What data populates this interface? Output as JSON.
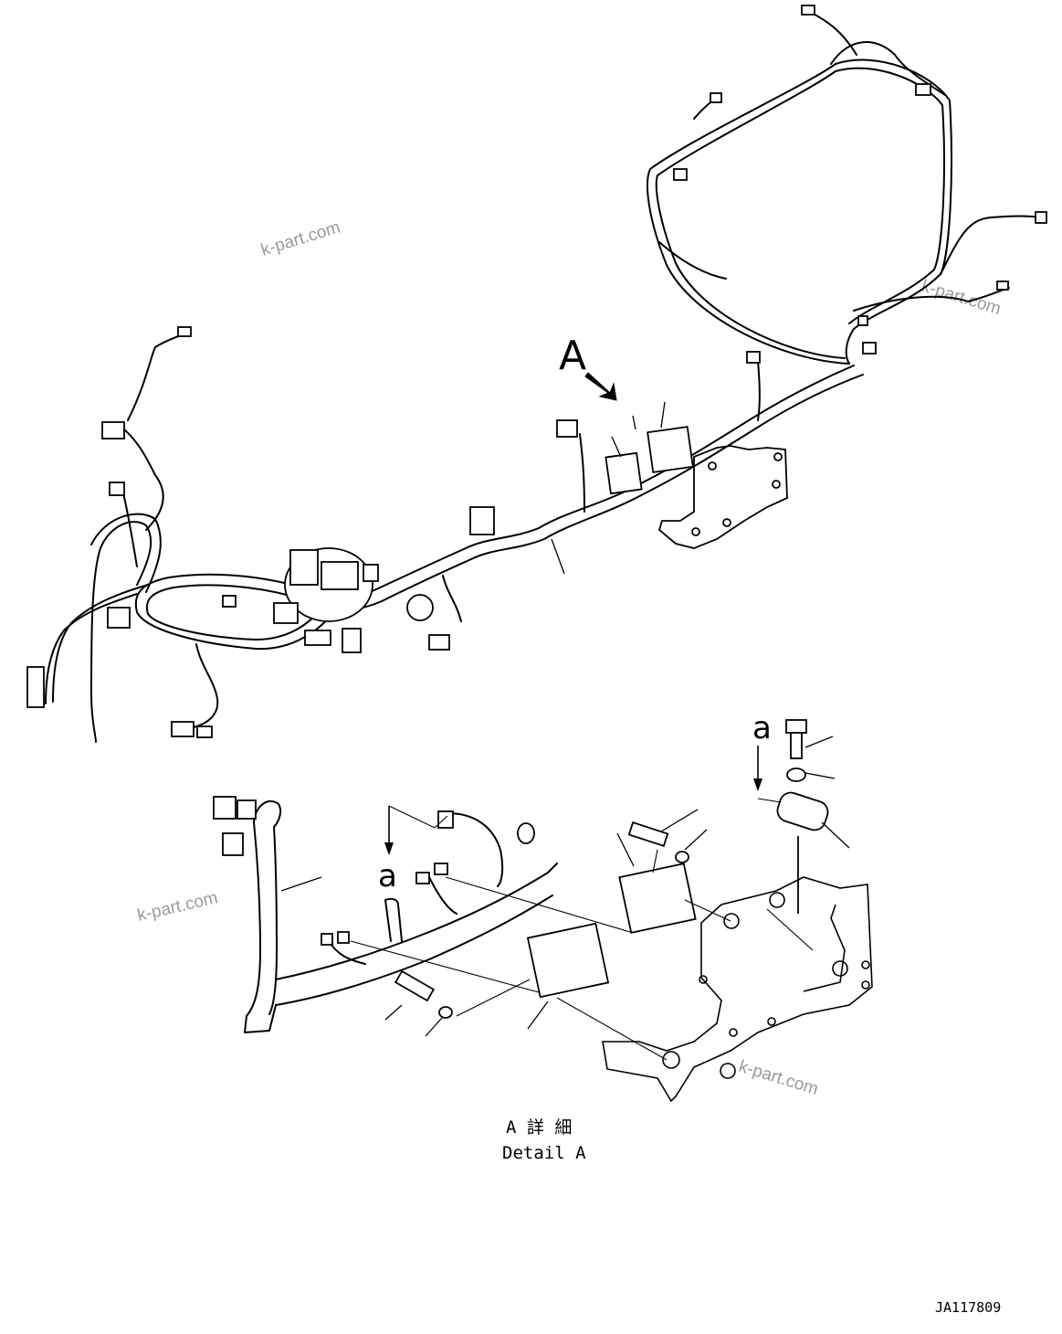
{
  "callouts": {
    "view_a_letter": "A",
    "detail_a_left_letter": "a",
    "detail_a_right_letter": "a"
  },
  "detail_caption": {
    "japanese": "A 詳 細",
    "english": "Detail A"
  },
  "drawing_number": "JA117809",
  "watermarks": [
    "k-part.com",
    "k-part.com",
    "k-part.com",
    "k-part.com"
  ],
  "colors": {
    "line": "#000000",
    "watermark": "#9a9a9a",
    "background": "#ffffff"
  }
}
